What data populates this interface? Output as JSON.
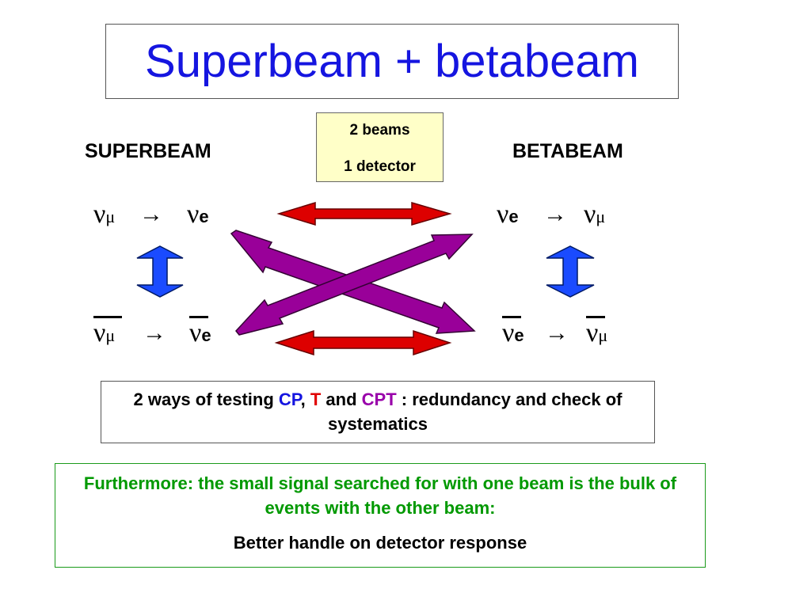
{
  "title": "Superbeam + betabeam",
  "beams_box": {
    "line1": "2 beams",
    "line2": "1 detector"
  },
  "left_label": "SUPERBEAM",
  "right_label": "BETABEAM",
  "symbols": {
    "nu": "ν",
    "mu": "μ",
    "e": "e",
    "arrow": "→"
  },
  "cp_box": {
    "prefix": "2 ways of testing ",
    "cp": "CP",
    "comma": ", ",
    "t": "T",
    "and": " and ",
    "cpt": "CPT",
    "suffix": " : redundancy and check of systematics"
  },
  "further_box": {
    "green_text": "Furthermore: the small signal searched for with one beam is the bulk of events with the other beam:",
    "black_text": "Better handle on detector response"
  },
  "colors": {
    "title": "#1515e0",
    "red_arrow": "#dd0000",
    "purple_arrow": "#990099",
    "blue_arrow": "#1a4bff",
    "green_text": "#009900",
    "beams_box_bg": "#ffffc8"
  }
}
